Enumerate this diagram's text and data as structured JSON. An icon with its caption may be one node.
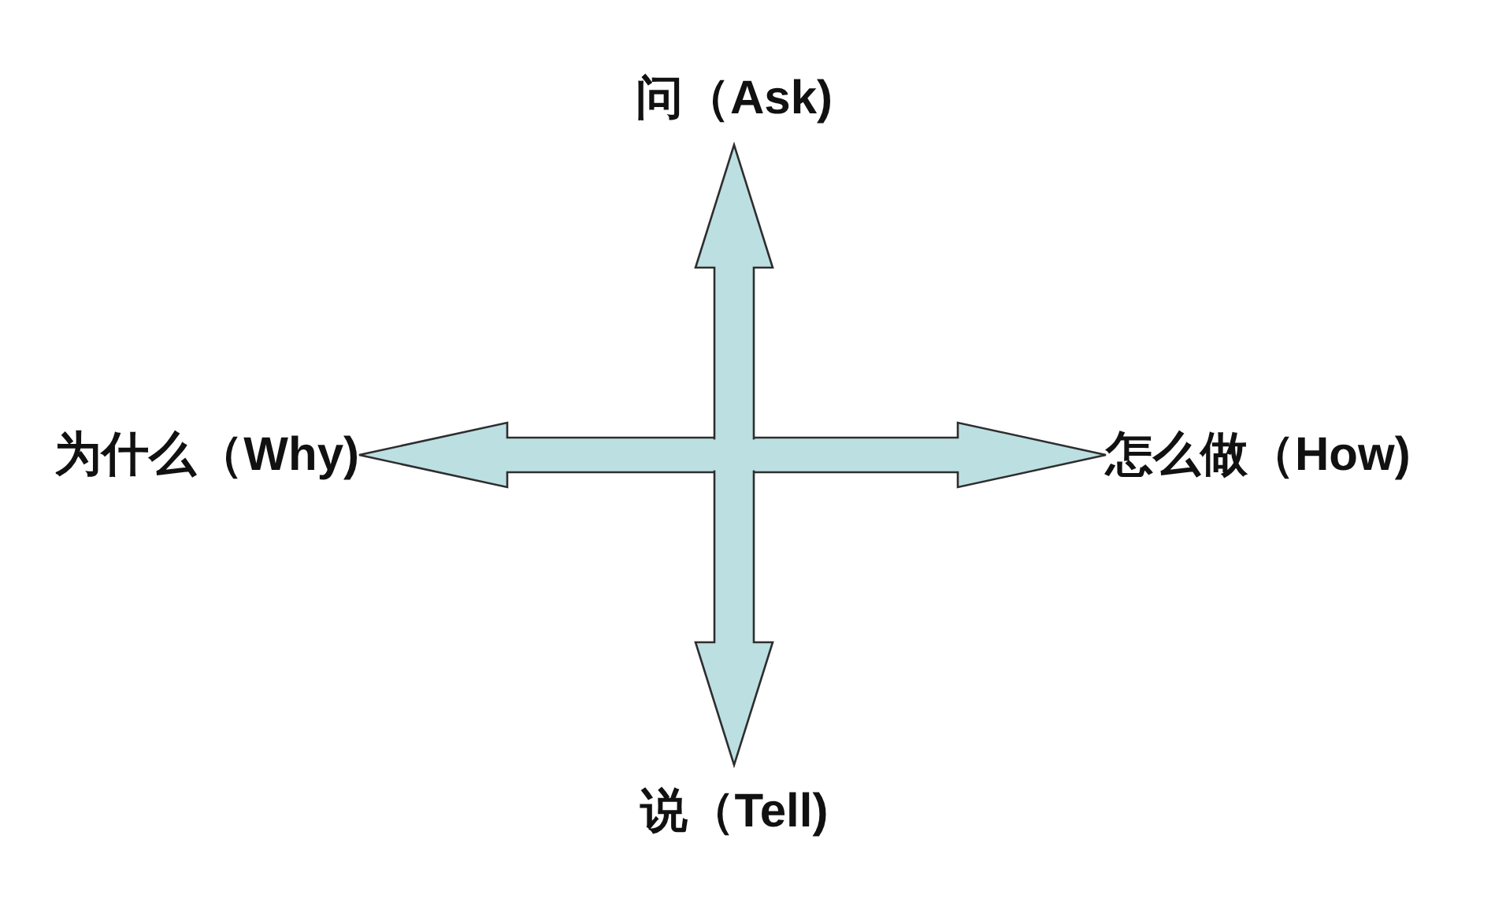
{
  "diagram": {
    "nodes": [
      {
        "text": [
          "问（Ask)"
        ]
      },
      {
        "text": [
          "为什么（Why)"
        ]
      },
      {
        "text": [
          "怎么做（How)"
        ]
      },
      {
        "text": [
          "说（Tell)"
        ]
      }
    ],
    "edges": [
      {
        "from": 1,
        "to": 2,
        "arrow": "both"
      },
      {
        "from": 0,
        "to": 3,
        "arrow": "both"
      }
    ]
  }
}
